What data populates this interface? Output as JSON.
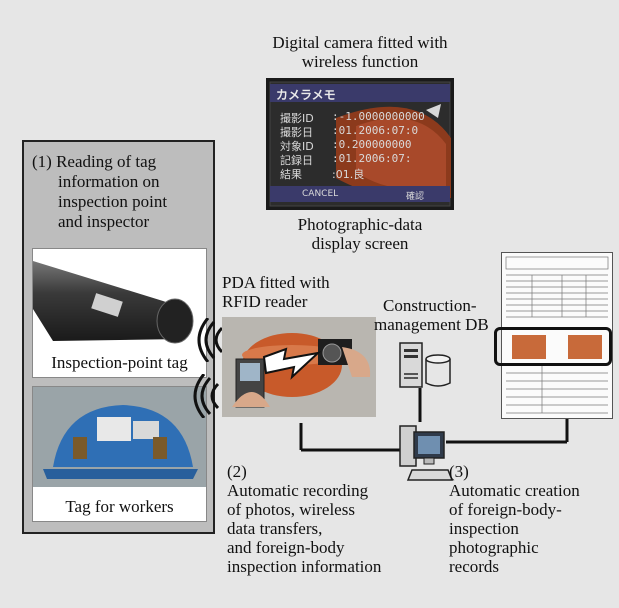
{
  "camera": {
    "title_line1": "Digital camera fitted with",
    "title_line2": "wireless function",
    "screen_header": "カメラメモ",
    "screen_rows": [
      {
        "label": "撮影ID",
        "value": ":-1.0000000000"
      },
      {
        "label": "撮影日",
        "value": ":01.2006:07:0"
      },
      {
        "label": "対象ID",
        "value": ":0.200000000"
      },
      {
        "label": "記録日",
        "value": ":01.2006:07:"
      },
      {
        "label": "結果",
        "value": ":01.良"
      }
    ],
    "screen_footer_left": "CANCEL",
    "screen_footer_right": "確認",
    "caption_line1": "Photographic-data",
    "caption_line2": "display screen"
  },
  "left_panel": {
    "heading_line1": "(1) Reading of tag",
    "heading_line2": "information on",
    "heading_line3": "inspection point",
    "heading_line4": "and inspector",
    "tag1_caption": "Inspection-point tag",
    "tag2_caption": "Tag for workers"
  },
  "pda": {
    "label_line1": "PDA fitted with",
    "label_line2": "RFID reader"
  },
  "db": {
    "label_line1": "Construction-",
    "label_line2": "management DB"
  },
  "step2": {
    "line1": "(2)",
    "line2": "Automatic recording",
    "line3": "of photos, wireless",
    "line4": "data transfers,",
    "line5": "and foreign-body",
    "line6": "inspection information"
  },
  "step3": {
    "line1": "(3)",
    "line2": "Automatic creation",
    "line3": "of foreign-body-",
    "line4": "inspection",
    "line5": "photographic",
    "line6": "records"
  },
  "colors": {
    "background": "#e6e6e6",
    "panel": "#bdbdbd",
    "pipe_orange": "#c85a2a"
  },
  "icons": [
    "signal-waves-icon",
    "lightning-bolt-icon",
    "server-icon",
    "database-icon",
    "pc-icon"
  ]
}
